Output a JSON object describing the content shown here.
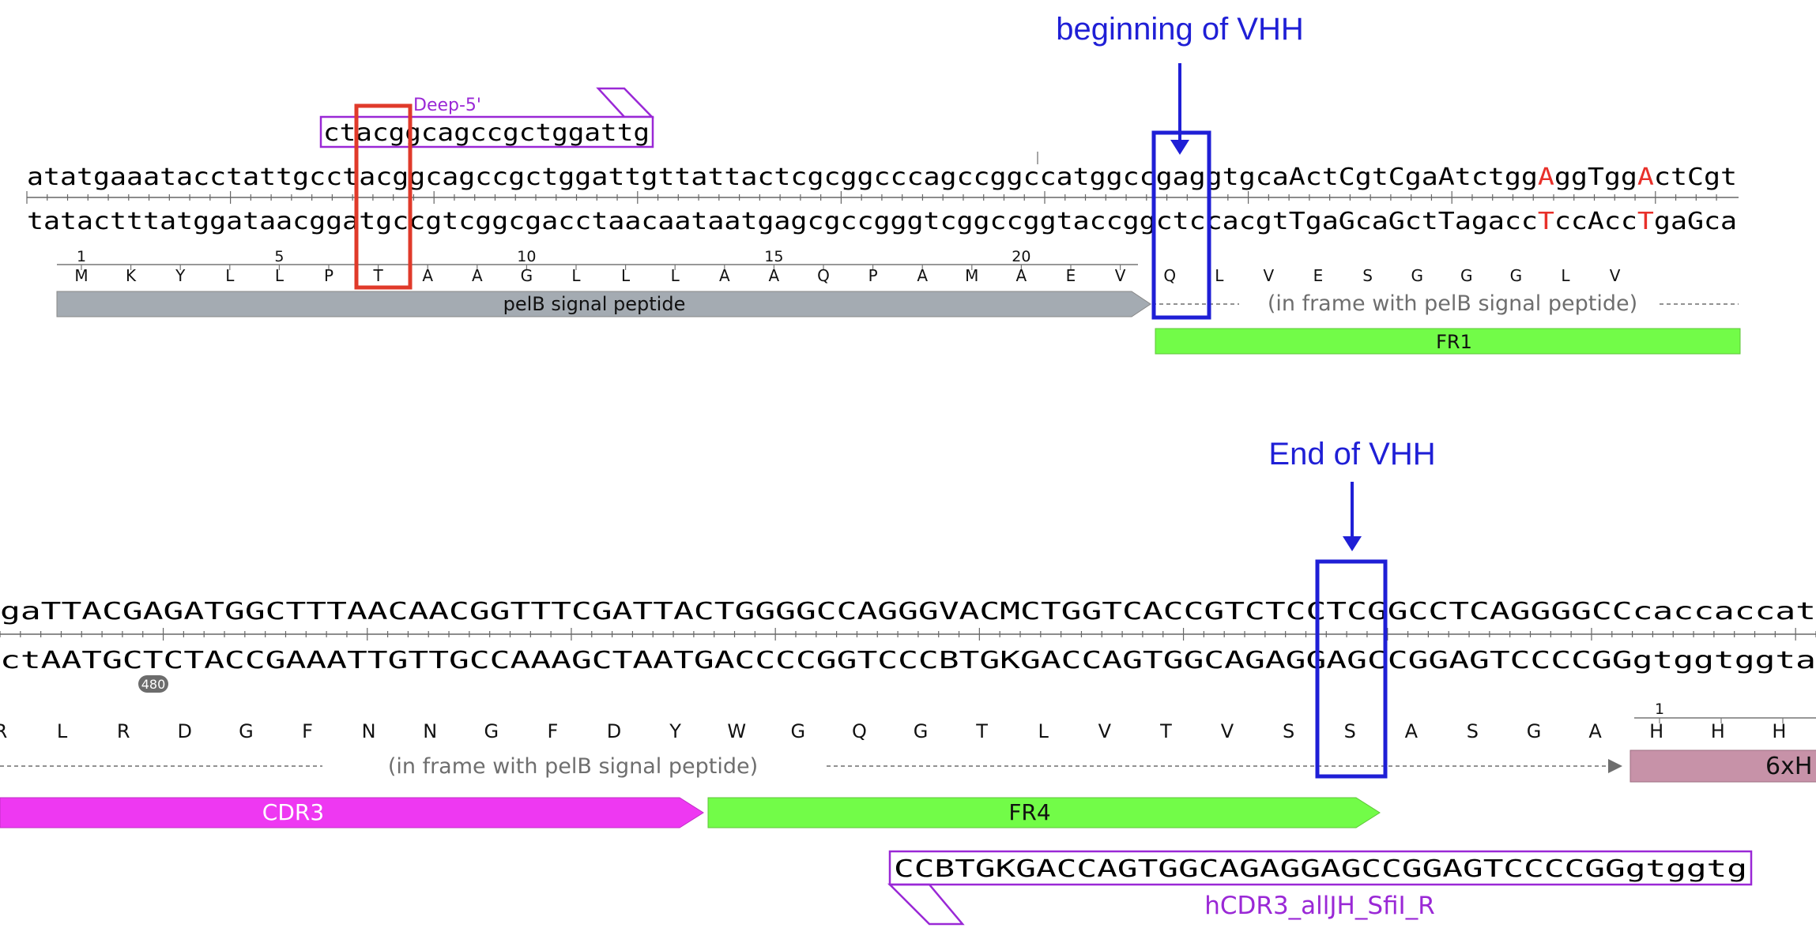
{
  "panel1": {
    "annotation_label": "beginning of VHH",
    "primer": {
      "name": "Deep-5'",
      "sequence": "ctacggcagccgctggattg"
    },
    "top_strand": {
      "pre": "atatgaaatacctattgcctacggcagccgctggattgttattactcgcggcccagccggccatggccgag",
      "pre2": "gtgcaActCgtCgaAtctgg",
      "red1": "A",
      "mid": "ggTgg",
      "red2": "A",
      "post": "ctCgt"
    },
    "bottom_strand": {
      "pre": "tatactttatggataacggatgccgtcggcgacctaacaataatgagcgccgggtcggccggtaccggctccacgtTgaGcaGctTagacc",
      "red1": "T",
      "mid": "ccAcc",
      "red2": "T",
      "post": "gaGca"
    },
    "numbers": [
      "1",
      "5",
      "10",
      "15",
      "20"
    ],
    "amino_acids": [
      "M",
      "K",
      "Y",
      "L",
      "L",
      "P",
      "T",
      "A",
      "A",
      "G",
      "L",
      "L",
      "L",
      "A",
      "A",
      "Q",
      "P",
      "A",
      "M",
      "A",
      "E",
      "V",
      "Q",
      "L",
      "V",
      "E",
      "S",
      "G",
      "G",
      "G",
      "L",
      "V"
    ],
    "features": {
      "signal_peptide": "pelB signal peptide",
      "in_frame": "(in frame with pelB signal peptide)",
      "fr1": "FR1"
    }
  },
  "panel2": {
    "annotation_label": "End of VHH",
    "top_strand": "gaTTACGAGATGGCTTTAACAACGGTTTCGATTACTGGGGCCAGGGVACMCTGGTCACCGTCTCCTCGGCCTCAGGGGCCcaccaccat",
    "bottom_strand": "ctAATGCTCTACCGAAATTGTTGCCAAAGCTAATGACCCCGGTCCCBTGKGACCAGTGGCAGAGGAGCCGGAGTCCCCGGgtggtggta",
    "position_badge": "480",
    "his_number": "1",
    "amino_acids": [
      "R",
      "L",
      "R",
      "D",
      "G",
      "F",
      "N",
      "N",
      "G",
      "F",
      "D",
      "Y",
      "W",
      "G",
      "Q",
      "G",
      "T",
      "L",
      "V",
      "T",
      "V",
      "S",
      "S",
      "A",
      "S",
      "G",
      "A",
      "H",
      "H",
      "H"
    ],
    "in_frame": "(in frame with pelB signal peptide)",
    "features": {
      "cdr3": "CDR3",
      "fr4": "FR4",
      "his_tag": "6xH"
    },
    "primer": {
      "name": "hCDR3_allJH_SfiI_R",
      "sequence": "CCBTGKGACCAGTGGCAGAGGAGCCGGAGTCCCCGGgtggtg"
    }
  },
  "colors": {
    "annotation_blue": "#1f1fd6",
    "highlight_red": "#e03a2a",
    "primer_purple": "#9a28d6",
    "signal_gray": "#a4abb2",
    "framework_green": "#72fc48",
    "cdr_magenta": "#ee38f2",
    "his_pink": "#c792a8",
    "mutation_red": "#e8302a"
  }
}
